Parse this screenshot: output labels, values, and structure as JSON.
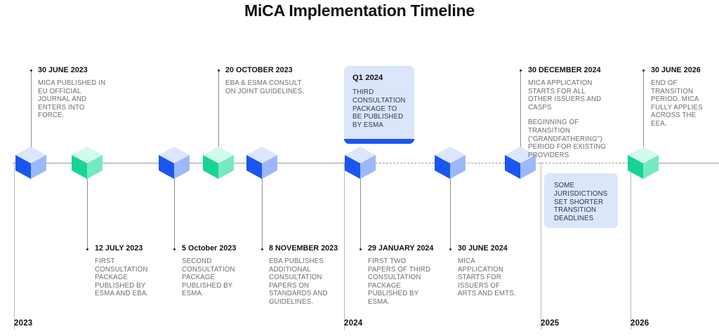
{
  "title": "MiCA Implementation Timeline",
  "colors": {
    "cube_blue_left": "#1a56f0",
    "cube_blue_right": "#9cb8f8",
    "cube_blue_top": "#dce6fd",
    "cube_green_left": "#18d396",
    "cube_green_right": "#76e9c0",
    "cube_green_top": "#d3faef",
    "axis": "#9a9a9a",
    "card_bg": "#dbe6fb",
    "card_accent": "#1a56f0",
    "text_primary": "#111111",
    "text_secondary": "#6d6d6d"
  },
  "axis": {
    "year_labels": [
      "2023",
      "2024",
      "2025",
      "2026"
    ]
  },
  "milestones": [
    {
      "id": "m1",
      "date": "30 JUNE 2023",
      "body": [
        "MICA PUBLISHED IN EU OFFICIAL JOURNAL AND ENTERS INTO FORCE."
      ],
      "marker": "blue-cube",
      "side": "top"
    },
    {
      "id": "m2",
      "date": "12 JULY 2023",
      "body": [
        "FIRST CONSULTATION PACKAGE PUBLISHED BY ESMA AND EBA."
      ],
      "marker": "green-cube",
      "side": "bottom"
    },
    {
      "id": "m3",
      "date": "5 October 2023",
      "body": [
        "SECOND CONSULTATION PACKAGE PUBLISHED BY ESMA."
      ],
      "marker": "blue-cube",
      "side": "bottom"
    },
    {
      "id": "m4",
      "date": "20 OCTOBER 2023",
      "body": [
        "EBA & ESMA CONSULT ON JOINT GUIDELINES."
      ],
      "marker": "green-cube",
      "side": "top"
    },
    {
      "id": "m5",
      "date": "8 NOVEMBER 2023",
      "body": [
        "EBA PUBLISHES ADDITIONAL CONSULTATION PAPERS ON STANDARDS AND GUIDELINES."
      ],
      "marker": "blue-cube",
      "side": "bottom"
    },
    {
      "id": "m6",
      "date": "29 JANUARY 2024",
      "body": [
        "FIRST TWO PAPERS OF THIRD CONSULTATION PACKAGE PUBLISHED BY ESMA."
      ],
      "marker": "blue-cube",
      "side": "bottom"
    },
    {
      "id": "m7",
      "date": "30 JUNE 2024",
      "body": [
        "MICA APPLICATION STARTS FOR ISSUERS OF ARTS AND EMTS."
      ],
      "marker": "blue-cube",
      "side": "bottom"
    },
    {
      "id": "m8",
      "date": "30 DECEMBER 2024",
      "body": [
        "MICA APPLICATION STARTS FOR ALL OTHER ISSUERS AND CASPS",
        "BEGINNING OF TRANSITION (\"GRANDFATHERING\") PERIOD FOR EXISTING PROVIDERS"
      ],
      "marker": "blue-cube",
      "side": "top"
    },
    {
      "id": "m9",
      "date": "30 JUNE 2026",
      "body": [
        "END OF TRANSITION PERIOD. MICA FULLY APPLIES ACROSS THE EEA."
      ],
      "marker": "green-cube",
      "side": "top"
    }
  ],
  "cards": [
    {
      "id": "c1",
      "title": "Q1 2024",
      "body": "THIRD CONSULTATION PACKAGE TO BE PUBLISHED BY ESMA",
      "accent": true
    },
    {
      "id": "c2",
      "title": "",
      "body": "SOME JURISDICTIONS SET SHORTER TRANSITION DEADLINES",
      "accent": false
    }
  ]
}
